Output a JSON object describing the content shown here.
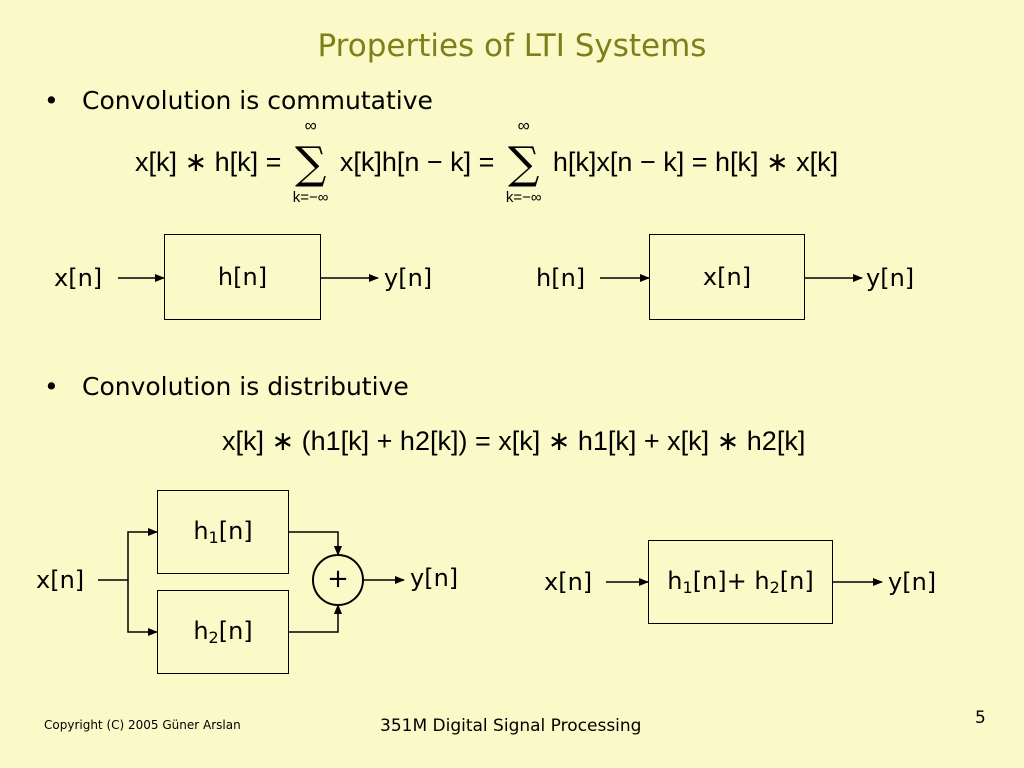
{
  "slide": {
    "title": "Properties of LTI Systems",
    "bullet1": "Convolution is commutative",
    "bullet2": "Convolution is distributive",
    "bullet_symbol": "•",
    "page_number": "5",
    "copyright": "Copyright (C) 2005 Güner Arslan",
    "course": "351M Digital Signal Processing"
  },
  "eq1": {
    "lhs": "x[k] ∗ h[k] =",
    "sum_top": "∞",
    "sum_bottom": "k=−∞",
    "term1": "x[k]h[n − k] =",
    "term2": "h[k]x[n − k] = h[k] ∗ x[k]"
  },
  "eq2": {
    "text": "x[k] ∗ (h1[k] + h2[k]) = x[k] ∗ h1[k] + x[k] ∗ h2[k]"
  },
  "diagram1": {
    "left": {
      "input": "x[n]",
      "box": "h[n]",
      "output": "y[n]"
    },
    "right": {
      "input": "h[n]",
      "box": "x[n]",
      "output": "y[n]"
    }
  },
  "diagram2": {
    "input": "x[n]",
    "box_top_h": "h",
    "box_top_sub": "1",
    "box_bottom_h": "h",
    "box_bottom_sub": "2",
    "suffix": "[n]",
    "adder": "+",
    "output": "y[n]"
  },
  "diagram3": {
    "input": "x[n]",
    "box_h1": "h",
    "box_sub1": "1",
    "box_mid": "[n]+ h",
    "box_sub2": "2",
    "box_end": "[n]",
    "output": "y[n]"
  }
}
